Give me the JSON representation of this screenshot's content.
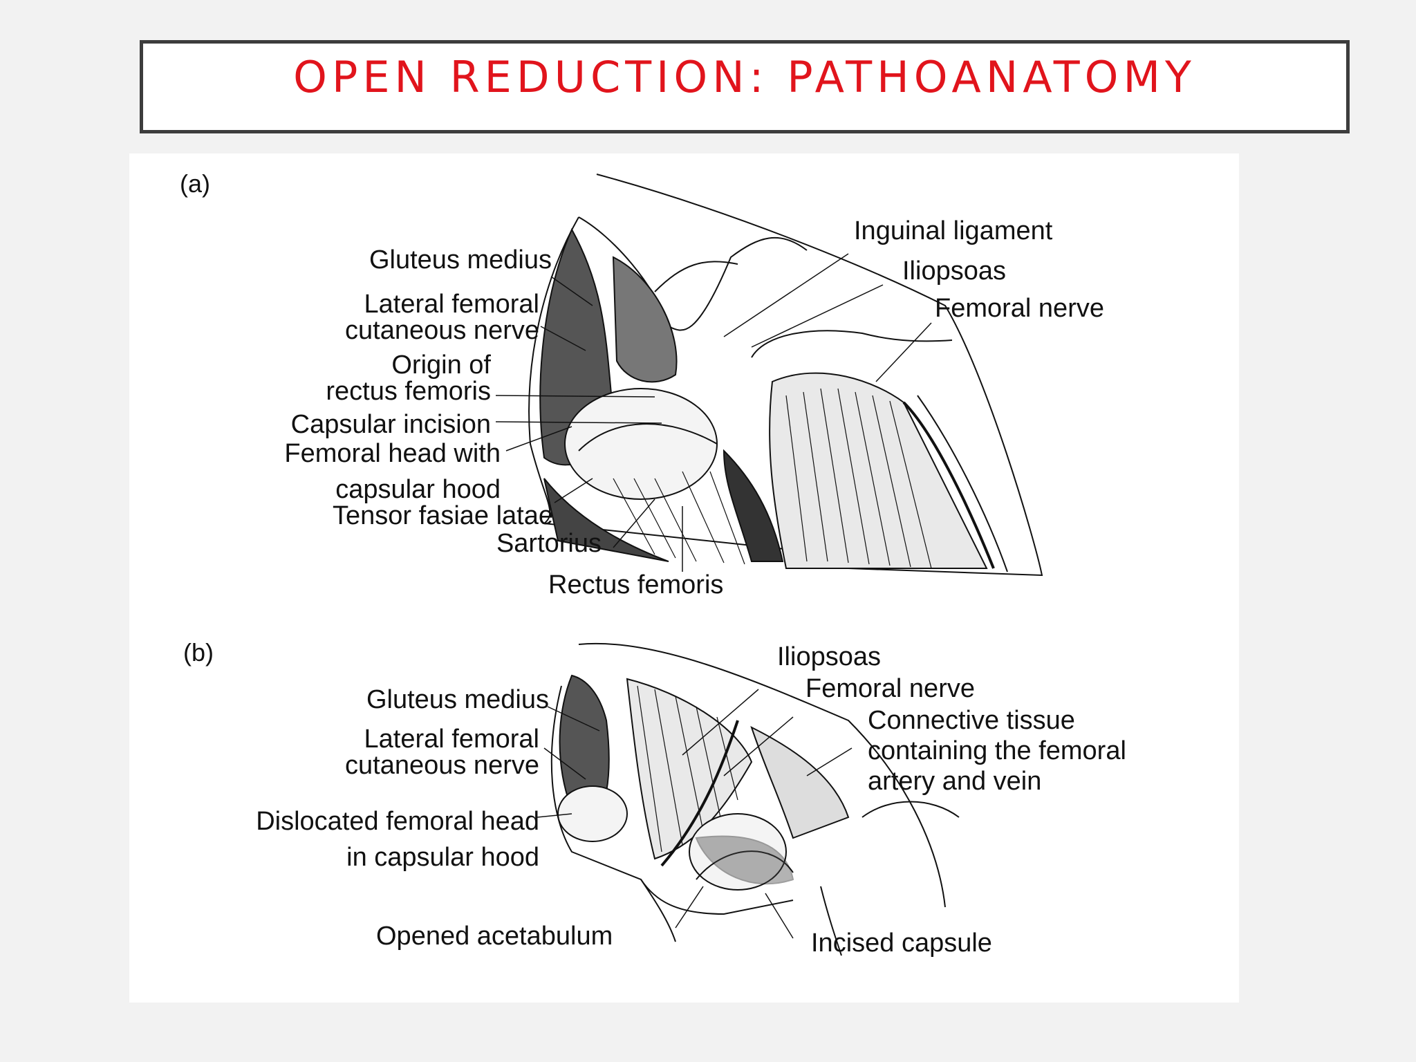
{
  "slide": {
    "title": "OPEN REDUCTION: PATHOANATOMY"
  },
  "figure": {
    "panel_a": {
      "tag": "(a)",
      "labels": {
        "inguinal_ligament": "Inguinal ligament",
        "iliopsoas": "Iliopsoas",
        "femoral_nerve": "Femoral nerve",
        "gluteus_medius": "Gluteus medius",
        "lateral_femoral_1": "Lateral femoral",
        "lateral_femoral_2": "cutaneous nerve",
        "origin_1": "Origin of",
        "origin_2": "rectus femoris",
        "capsular_incision": "Capsular incision",
        "femoral_head_1": "Femoral head with",
        "femoral_head_2": "capsular hood",
        "tensor": "Tensor fasiae latae",
        "sartorius": "Sartorius",
        "rectus_femoris": "Rectus femoris"
      }
    },
    "panel_b": {
      "tag": "(b)",
      "labels": {
        "iliopsoas": "Iliopsoas",
        "femoral_nerve": "Femoral nerve",
        "connective_1": "Connective tissue",
        "connective_2": "containing the femoral",
        "connective_3": "artery and vein",
        "gluteus_medius": "Gluteus medius",
        "lateral_femoral_1": "Lateral femoral",
        "lateral_femoral_2": "cutaneous nerve",
        "dislocated_1": "Dislocated femoral head",
        "dislocated_2": "in capsular hood",
        "opened_acetabulum": "Opened acetabulum",
        "incised_capsule": "Incised capsule"
      }
    }
  }
}
